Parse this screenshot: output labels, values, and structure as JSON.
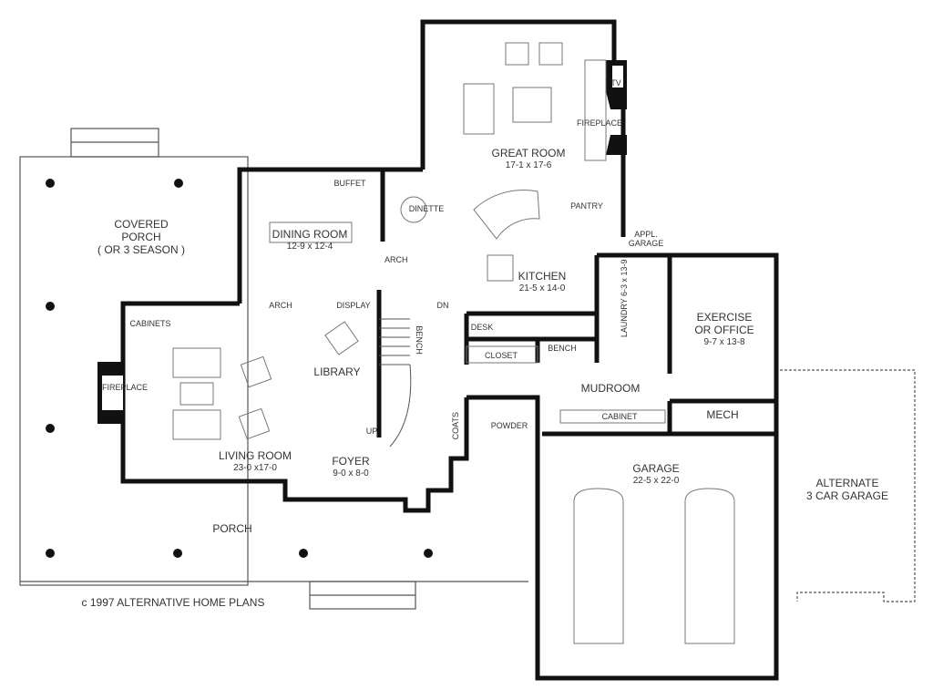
{
  "plan": {
    "copyright": "c 1997 ALTERNATIVE HOME PLANS",
    "colors": {
      "wall": "#111111",
      "line": "#555555",
      "background": "#ffffff",
      "text": "#333333"
    },
    "rooms": {
      "great_room": {
        "name": "GREAT ROOM",
        "dim": "17-1 x 17-6"
      },
      "dining_room": {
        "name": "DINING ROOM",
        "dim": "12-9 x 12-4"
      },
      "kitchen": {
        "name": "KITCHEN",
        "dim": "21-5 x 14-0"
      },
      "laundry": {
        "name": "LAUNDRY",
        "dim": "6-3 x 13-9"
      },
      "exercise": {
        "name": "EXERCISE",
        "name2": "OR OFFICE",
        "dim": "9-7 x 13-8"
      },
      "living_room": {
        "name": "LIVING ROOM",
        "dim": "23-0 x17-0"
      },
      "foyer": {
        "name": "FOYER",
        "dim": "9-0 x 8-0"
      },
      "garage": {
        "name": "GARAGE",
        "dim": "22-5 x 22-0"
      },
      "covered_porch": {
        "line1": "COVERED",
        "line2": "PORCH",
        "line3": "( OR 3 SEASON )"
      },
      "porch": {
        "name": "PORCH"
      },
      "alt_garage": {
        "line1": "ALTERNATE",
        "line2": "3 CAR GARAGE"
      },
      "library": {
        "name": "LIBRARY"
      },
      "dinette": {
        "name": "DINETTE"
      },
      "mudroom": {
        "name": "MUDROOM"
      },
      "mech": {
        "name": "MECH"
      },
      "powder": {
        "name": "POWDER"
      }
    },
    "fixtures": {
      "tv": "TV",
      "fireplace_great": "FIREPLACE",
      "fireplace_living": "FIREPLACE",
      "buffet": "BUFFET",
      "pantry": "PANTRY",
      "appl_garage_1": "APPL.",
      "appl_garage_2": "GARAGE",
      "arch_dining": "ARCH",
      "arch_living": "ARCH",
      "display": "DISPLAY",
      "dn": "DN",
      "up": "UP",
      "bench_stair": "BENCH",
      "bench_mud": "BENCH",
      "desk": "DESK",
      "closet": "CLOSET",
      "cabinets": "CABINETS",
      "cabinet_mud": "CABINET",
      "coats": "COATS"
    }
  }
}
